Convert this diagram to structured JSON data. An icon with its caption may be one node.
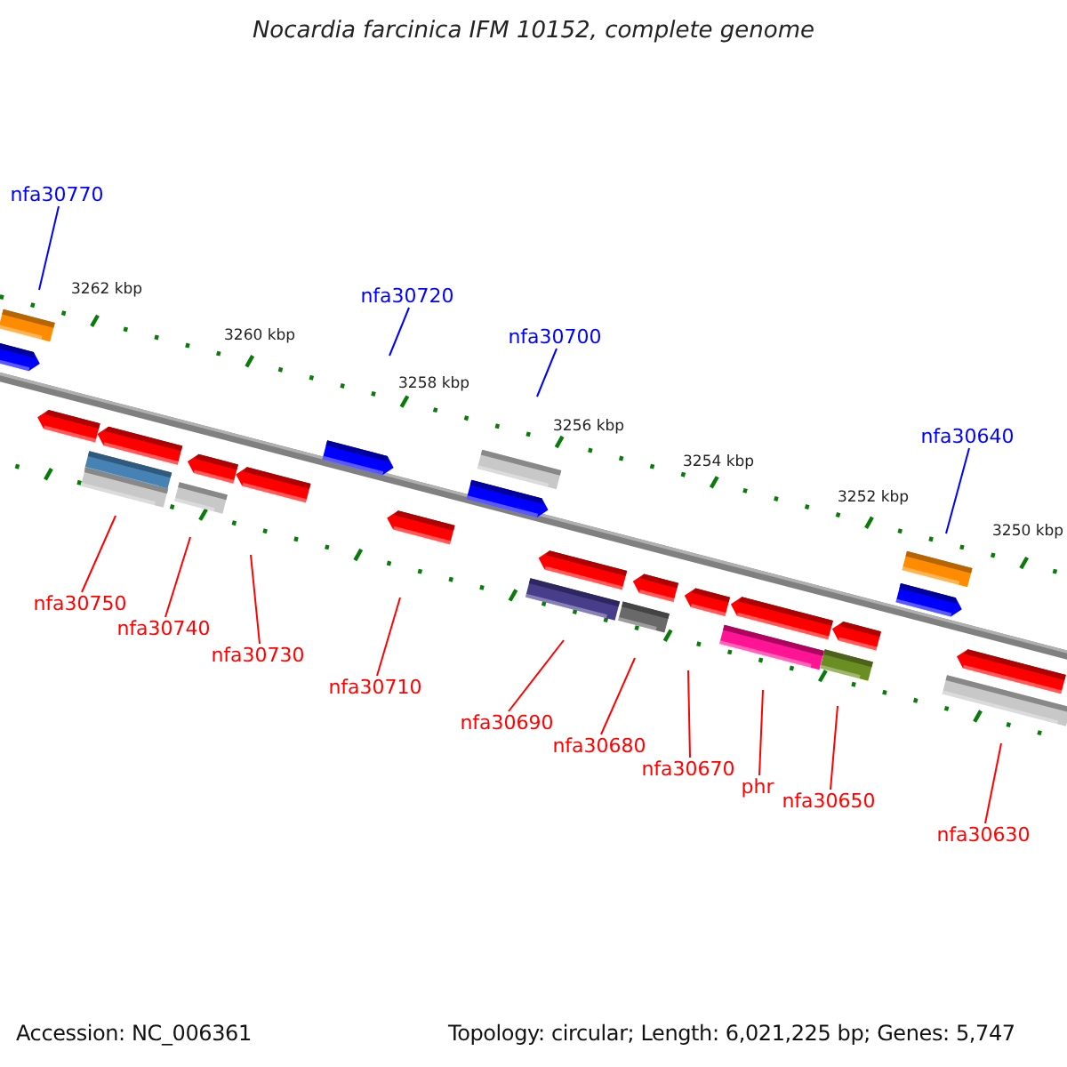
{
  "diagram": {
    "title": "Nocardia farcinica IFM 10152, complete genome",
    "nodes": [
      {
        "text": [
          "nfa30770"
        ]
      },
      {
        "text": [
          "nfa30720"
        ]
      },
      {
        "text": [
          "nfa30700"
        ]
      },
      {
        "text": [
          "nfa30640"
        ]
      },
      {
        "text": [
          "nfa30750"
        ]
      },
      {
        "text": [
          "nfa30740"
        ]
      },
      {
        "text": [
          "nfa30730"
        ]
      },
      {
        "text": [
          "nfa30710"
        ]
      },
      {
        "text": [
          "nfa30690"
        ]
      },
      {
        "text": [
          "nfa30680"
        ]
      },
      {
        "text": [
          "nfa30670"
        ]
      },
      {
        "text": [
          "phr"
        ]
      },
      {
        "text": [
          "nfa30650"
        ]
      },
      {
        "text": [
          "nfa30630"
        ]
      }
    ],
    "edges": [
      {
        "from": 0,
        "to": null,
        "arrow": "none",
        "color": "#0000ff"
      },
      {
        "from": 1,
        "to": null,
        "arrow": "none",
        "color": "#0000ff"
      },
      {
        "from": 2,
        "to": null,
        "arrow": "none",
        "color": "#0000ff"
      },
      {
        "from": 3,
        "to": null,
        "arrow": "none",
        "color": "#0000ff"
      },
      {
        "from": 4,
        "to": null,
        "arrow": "none"
      },
      {
        "from": 5,
        "to": null,
        "arrow": "none"
      },
      {
        "from": 6,
        "to": null,
        "arrow": "none"
      },
      {
        "from": 7,
        "to": null,
        "arrow": "none"
      },
      {
        "from": 8,
        "to": null,
        "arrow": "none"
      },
      {
        "from": 9,
        "to": null,
        "arrow": "none"
      },
      {
        "from": 10,
        "to": null,
        "arrow": "none"
      },
      {
        "from": 11,
        "to": null,
        "arrow": "none"
      },
      {
        "from": 12,
        "to": null,
        "arrow": "none"
      },
      {
        "from": 13,
        "to": null,
        "arrow": "none"
      }
    ],
    "labels": [
      "3262 kbp",
      "3260 kbp",
      "3258 kbp",
      "3256 kbp",
      "3254 kbp",
      "3252 kbp",
      "3250 kbp",
      "Accession: NC_006361",
      "Topology: circular; Length: 6,021,225 bp; Genes: 5,747"
    ]
  }
}
